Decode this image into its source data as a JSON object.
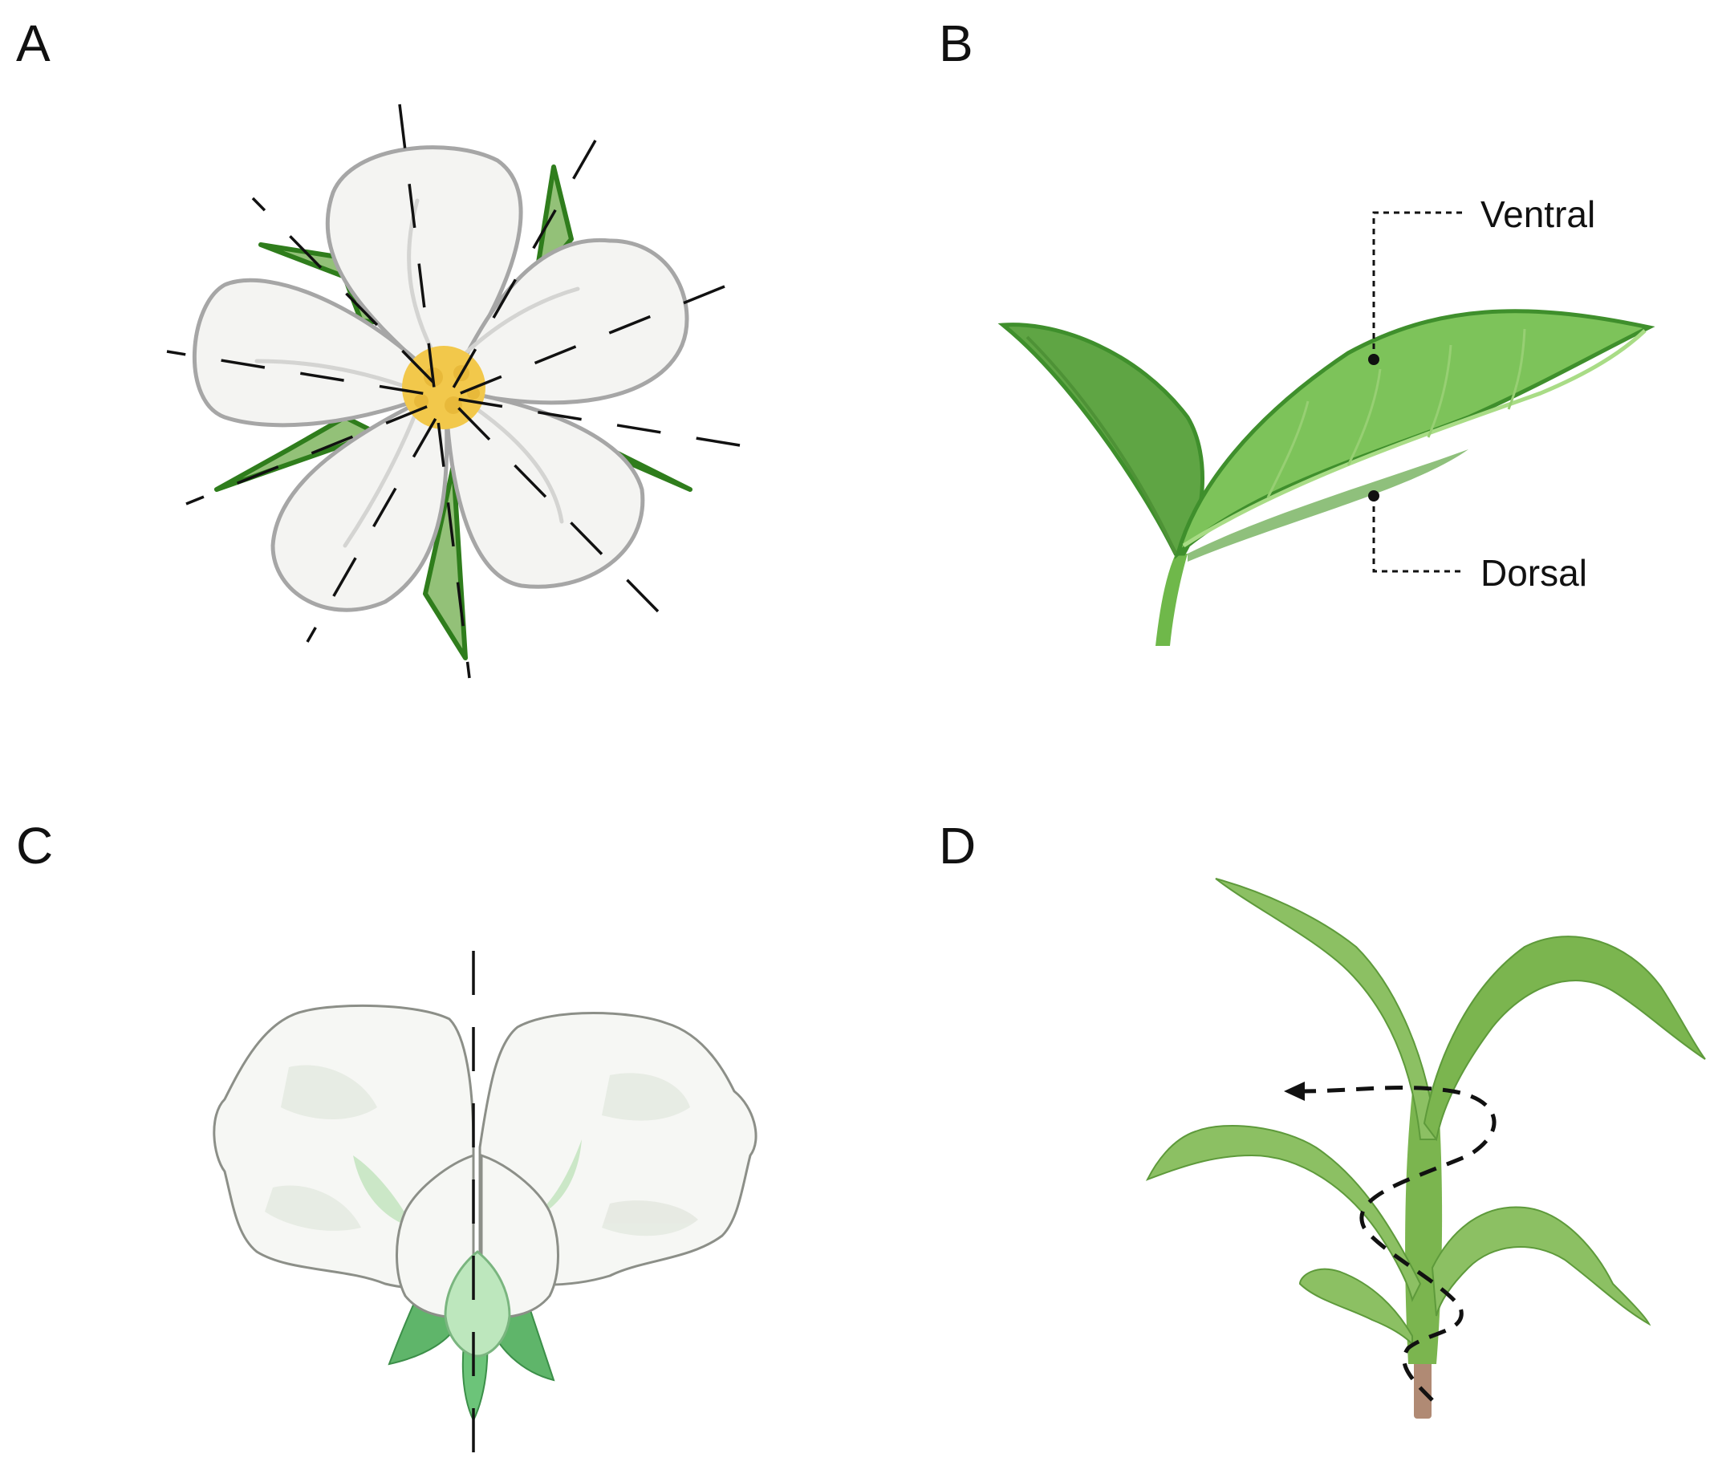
{
  "panels": {
    "a": {
      "letter": "A"
    },
    "b": {
      "letter": "B",
      "labels": {
        "ventral": "Ventral",
        "dorsal": "Dorsal"
      }
    },
    "c": {
      "letter": "C"
    },
    "d": {
      "letter": "D"
    }
  },
  "colors": {
    "petal_fill": "#f4f4f2",
    "petal_stroke": "#a6a6a6",
    "sepal_fill": "#93c178",
    "sepal_stroke": "#2f7d1c",
    "stamen": "#f2c84b",
    "leaf_light": "#7dc35a",
    "leaf_dark": "#5fa544",
    "leaf_stroke": "#3f8f2c",
    "maize_leaf": "#8cc063",
    "maize_dark": "#6ea546",
    "stem_base": "#b08a74",
    "symmetry_line": "#111111"
  }
}
